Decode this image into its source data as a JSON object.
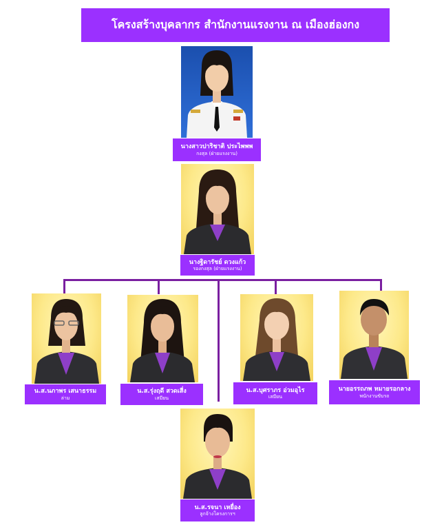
{
  "title": "โครงสร้างบุคลากร สำนักงานแรงงาน ณ เมืองฮ่องกง",
  "people": [
    {
      "name": "นางสาวปาริชาติ ประไพพพ",
      "position": "กงสุล (ฝ่ายแรงงาน)"
    },
    {
      "name": "นางฐิดารัชย์  ดวงแก้ว",
      "position": "รองกงสุล (ฝ่ายแรงงาน)"
    },
    {
      "name": "น.ส.นภาพร เสนาธรรม",
      "position": "ล่าม"
    },
    {
      "name": "น.ส.รุ่งฤดี  สวดเสี่ง",
      "position": "เสมียน"
    },
    {
      "name": "น.ส.บุศราภร อ่วมอุไร",
      "position": "เสมียน"
    },
    {
      "name": "นายอรรถภพ หมายรอกลาง",
      "position": "พนักงานขับรถ"
    },
    {
      "name": "น.ส.รจนา  เหยื่อง",
      "position": "ลูกจ้างโครงการฯ"
    }
  ],
  "colors": {
    "accent": "#9b30ff",
    "connector": "#7a1fa0"
  }
}
